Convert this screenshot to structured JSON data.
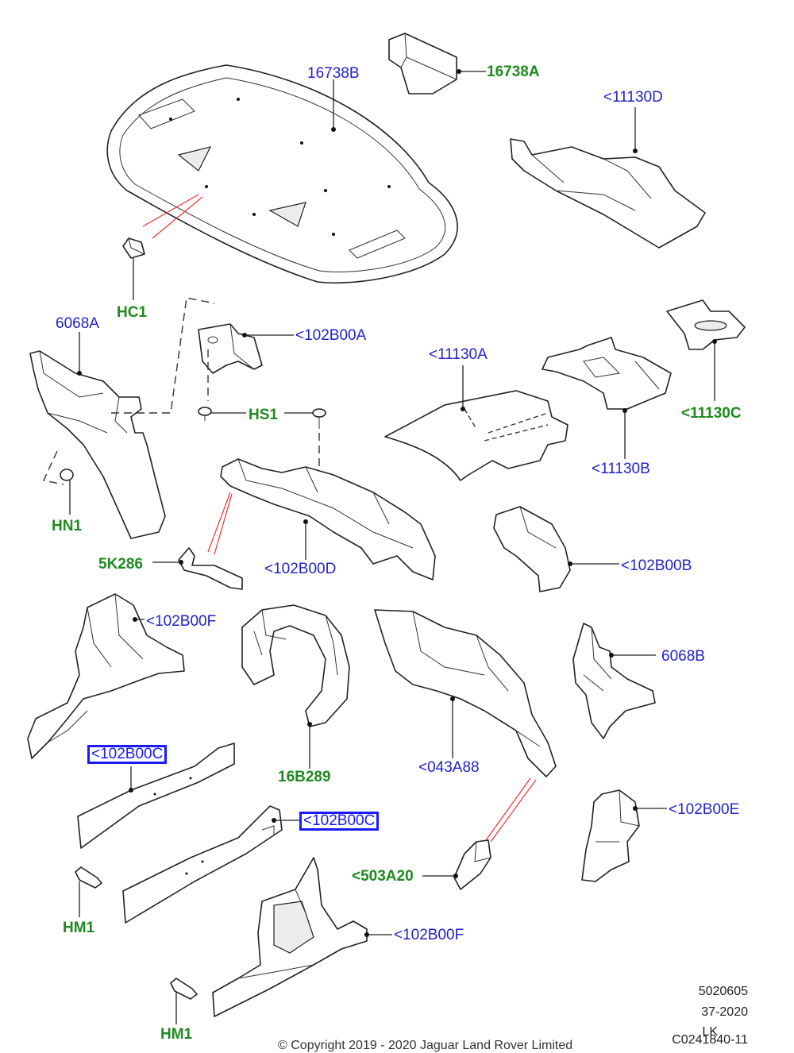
{
  "callouts": {
    "c16738B": "16738B",
    "c16738A": "16738A",
    "c11130D": "<11130D",
    "cHC1": "HC1",
    "c6068A": "6068A",
    "c102B00A": "<102B00A",
    "cHS1": "HS1",
    "c11130A": "<11130A",
    "c11130C": "<11130C",
    "c11130B": "<11130B",
    "cHN1": "HN1",
    "c5K286": "5K286",
    "c102B00D": "<102B00D",
    "c102B00B": "<102B00B",
    "c102B00F_top": "<102B00F",
    "c6068B": "6068B",
    "c102B00C_1": "<102B00C",
    "c102B00C_2": "<102B00C",
    "c16B289": "16B289",
    "c043A88": "<043A88",
    "c102B00E": "<102B00E",
    "c503A20": "<503A20",
    "cHM1_top": "HM1",
    "c102B00F_bottom": "<102B00F",
    "cHM1_bottom": "HM1"
  },
  "footer": {
    "line1": "5020605",
    "line2": "37-2020",
    "line3": "LK",
    "line4": "C0241840-11",
    "copyright": "© Copyright 2019 - 2020 Jaguar Land Rover Limited"
  },
  "colors": {
    "label_blue": "#2222cc",
    "label_green": "#1f8a1f",
    "highlight_box": "#1a1aff",
    "leader_red": "#e33333"
  }
}
